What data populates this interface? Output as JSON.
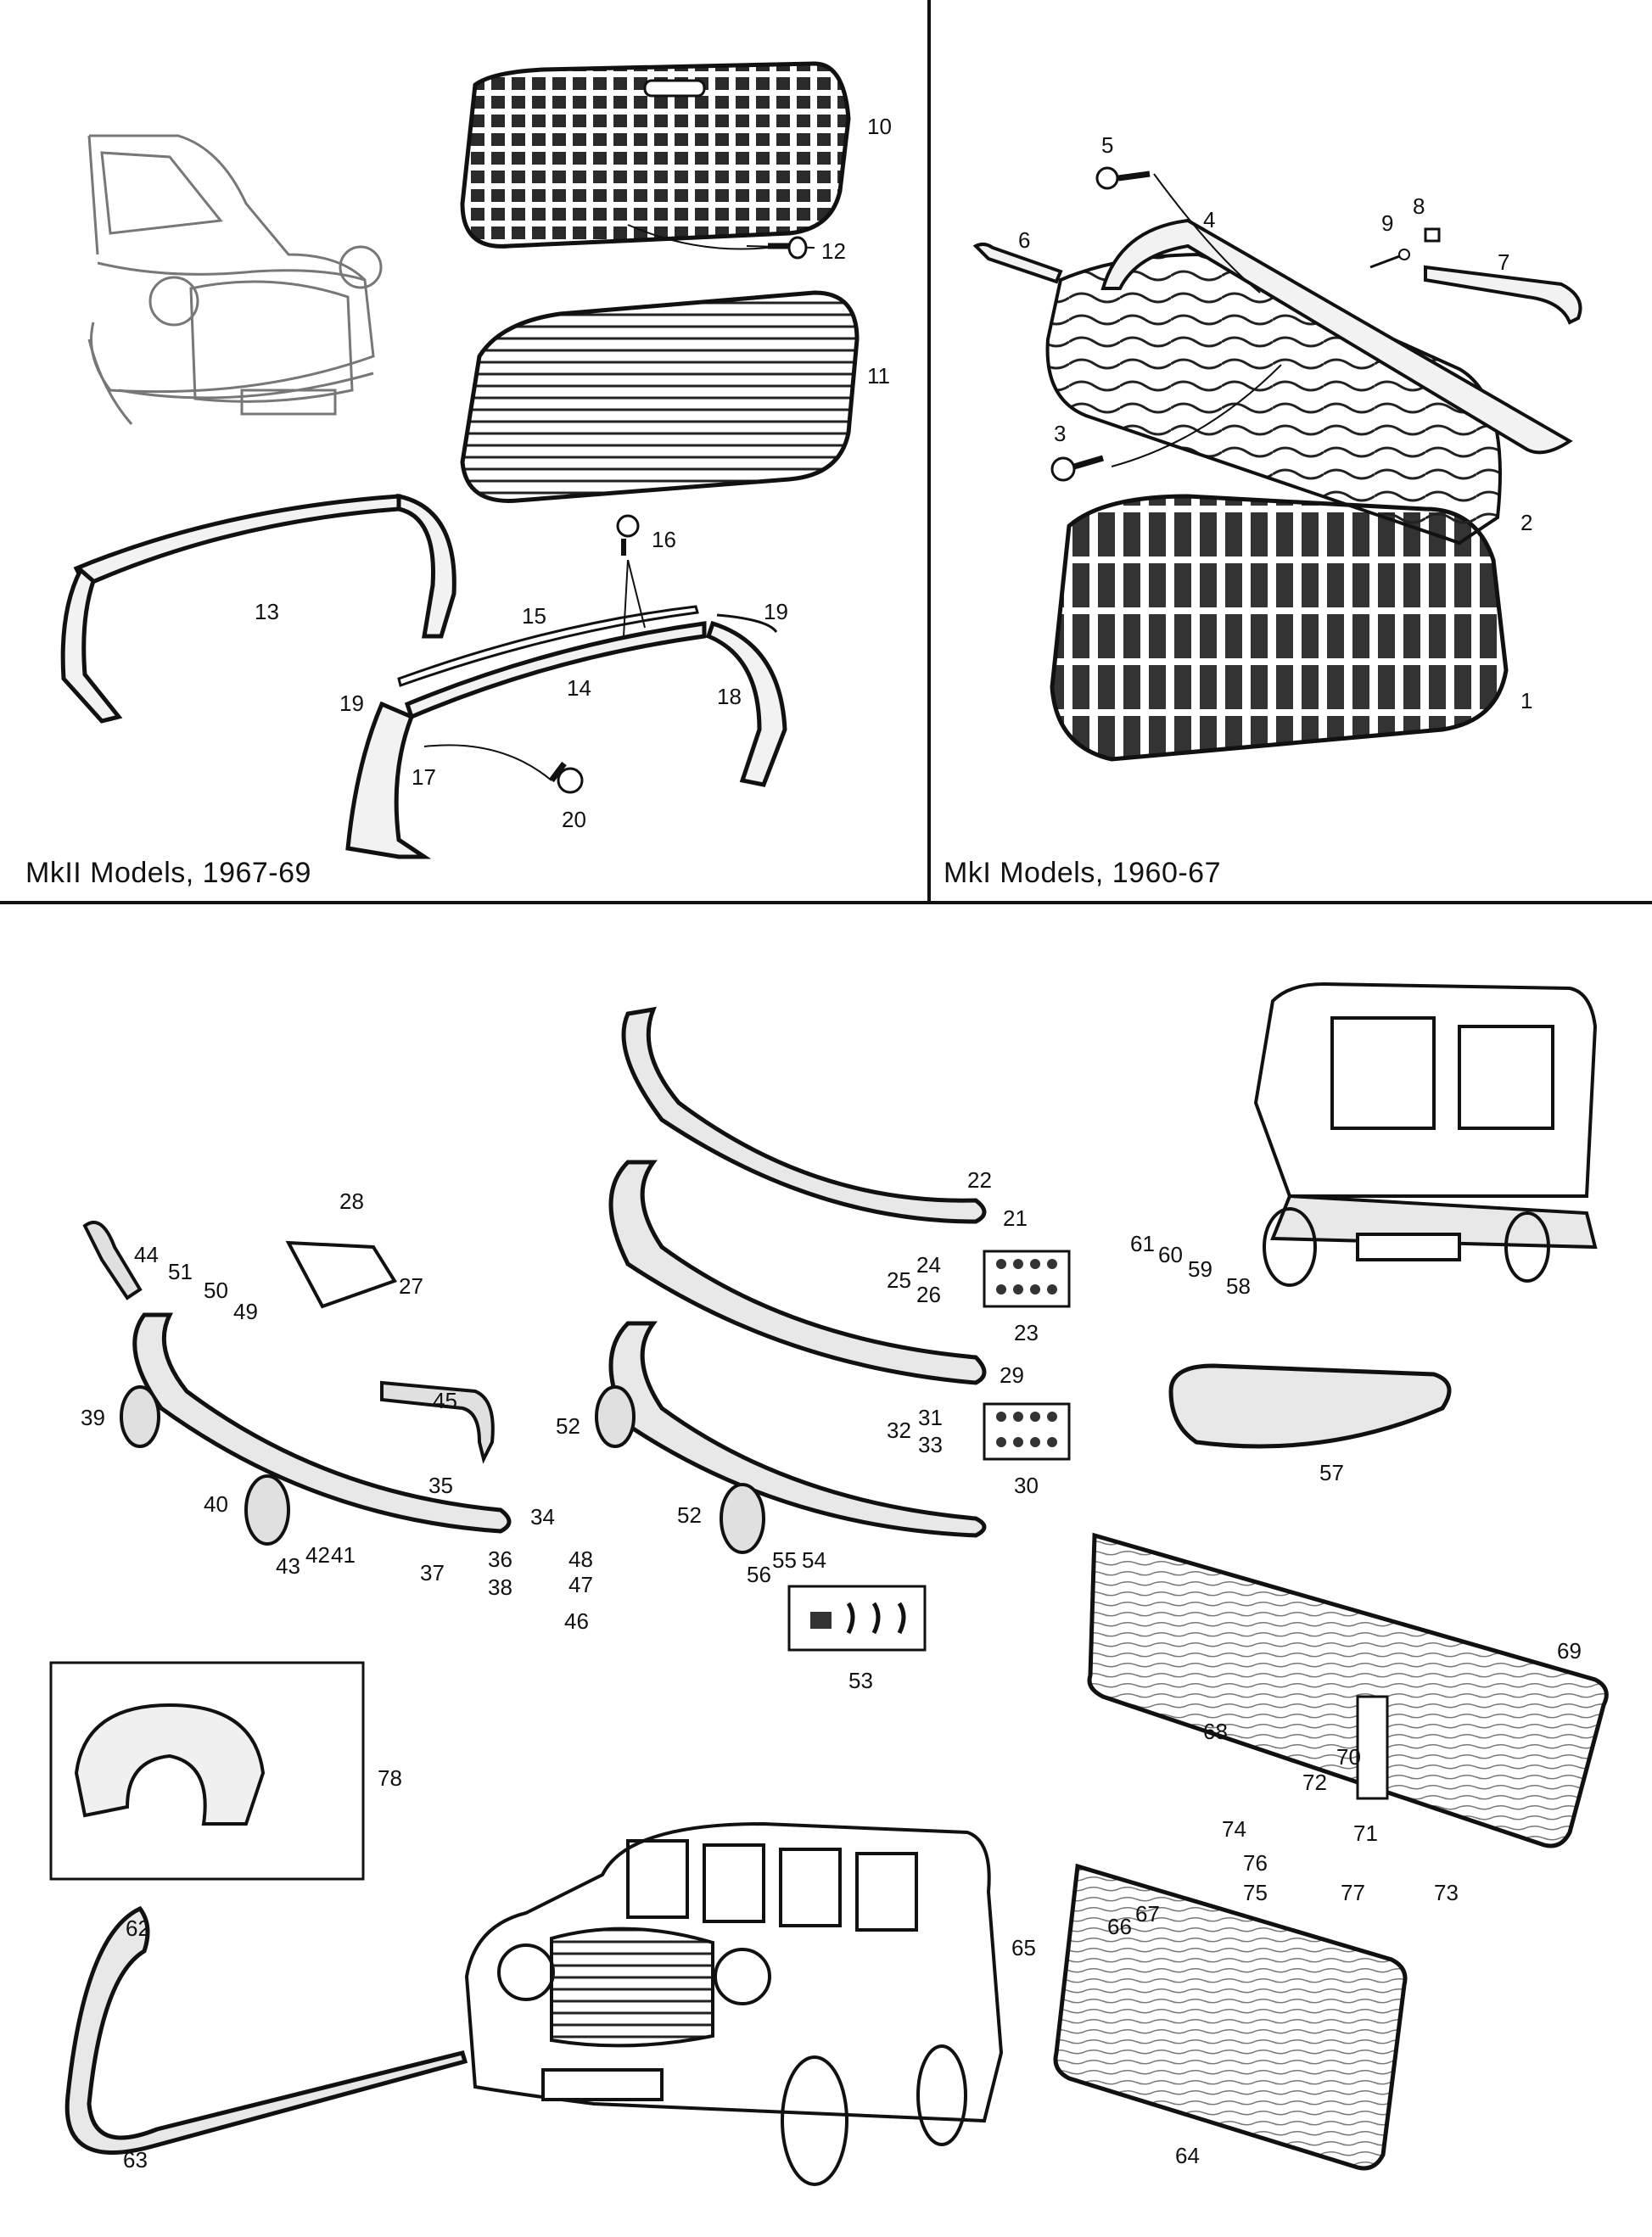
{
  "panels": {
    "mk2_title": "MkII Models, 1967-69",
    "mk1_title": "MkI Models, 1960-67"
  },
  "callouts": {
    "mk2": [
      "10",
      "11",
      "12",
      "13",
      "14",
      "15",
      "16",
      "17",
      "18",
      "19",
      "19",
      "20"
    ],
    "mk1": [
      "1",
      "2",
      "3",
      "4",
      "5",
      "6",
      "7",
      "8",
      "9"
    ],
    "bumpers": [
      "21",
      "22",
      "23",
      "24",
      "25",
      "26",
      "27",
      "28",
      "29",
      "30",
      "31",
      "32",
      "33",
      "34",
      "35",
      "36",
      "37",
      "38",
      "39",
      "40",
      "41",
      "42",
      "43",
      "44",
      "45",
      "46",
      "47",
      "48",
      "49",
      "50",
      "51",
      "52",
      "52",
      "53",
      "54",
      "55",
      "56",
      "57",
      "58",
      "59",
      "60",
      "61",
      "69",
      "68",
      "70",
      "71",
      "72",
      "73",
      "74",
      "75",
      "76",
      "77"
    ],
    "lower": [
      "62",
      "63",
      "64",
      "65",
      "66",
      "67",
      "78"
    ]
  }
}
